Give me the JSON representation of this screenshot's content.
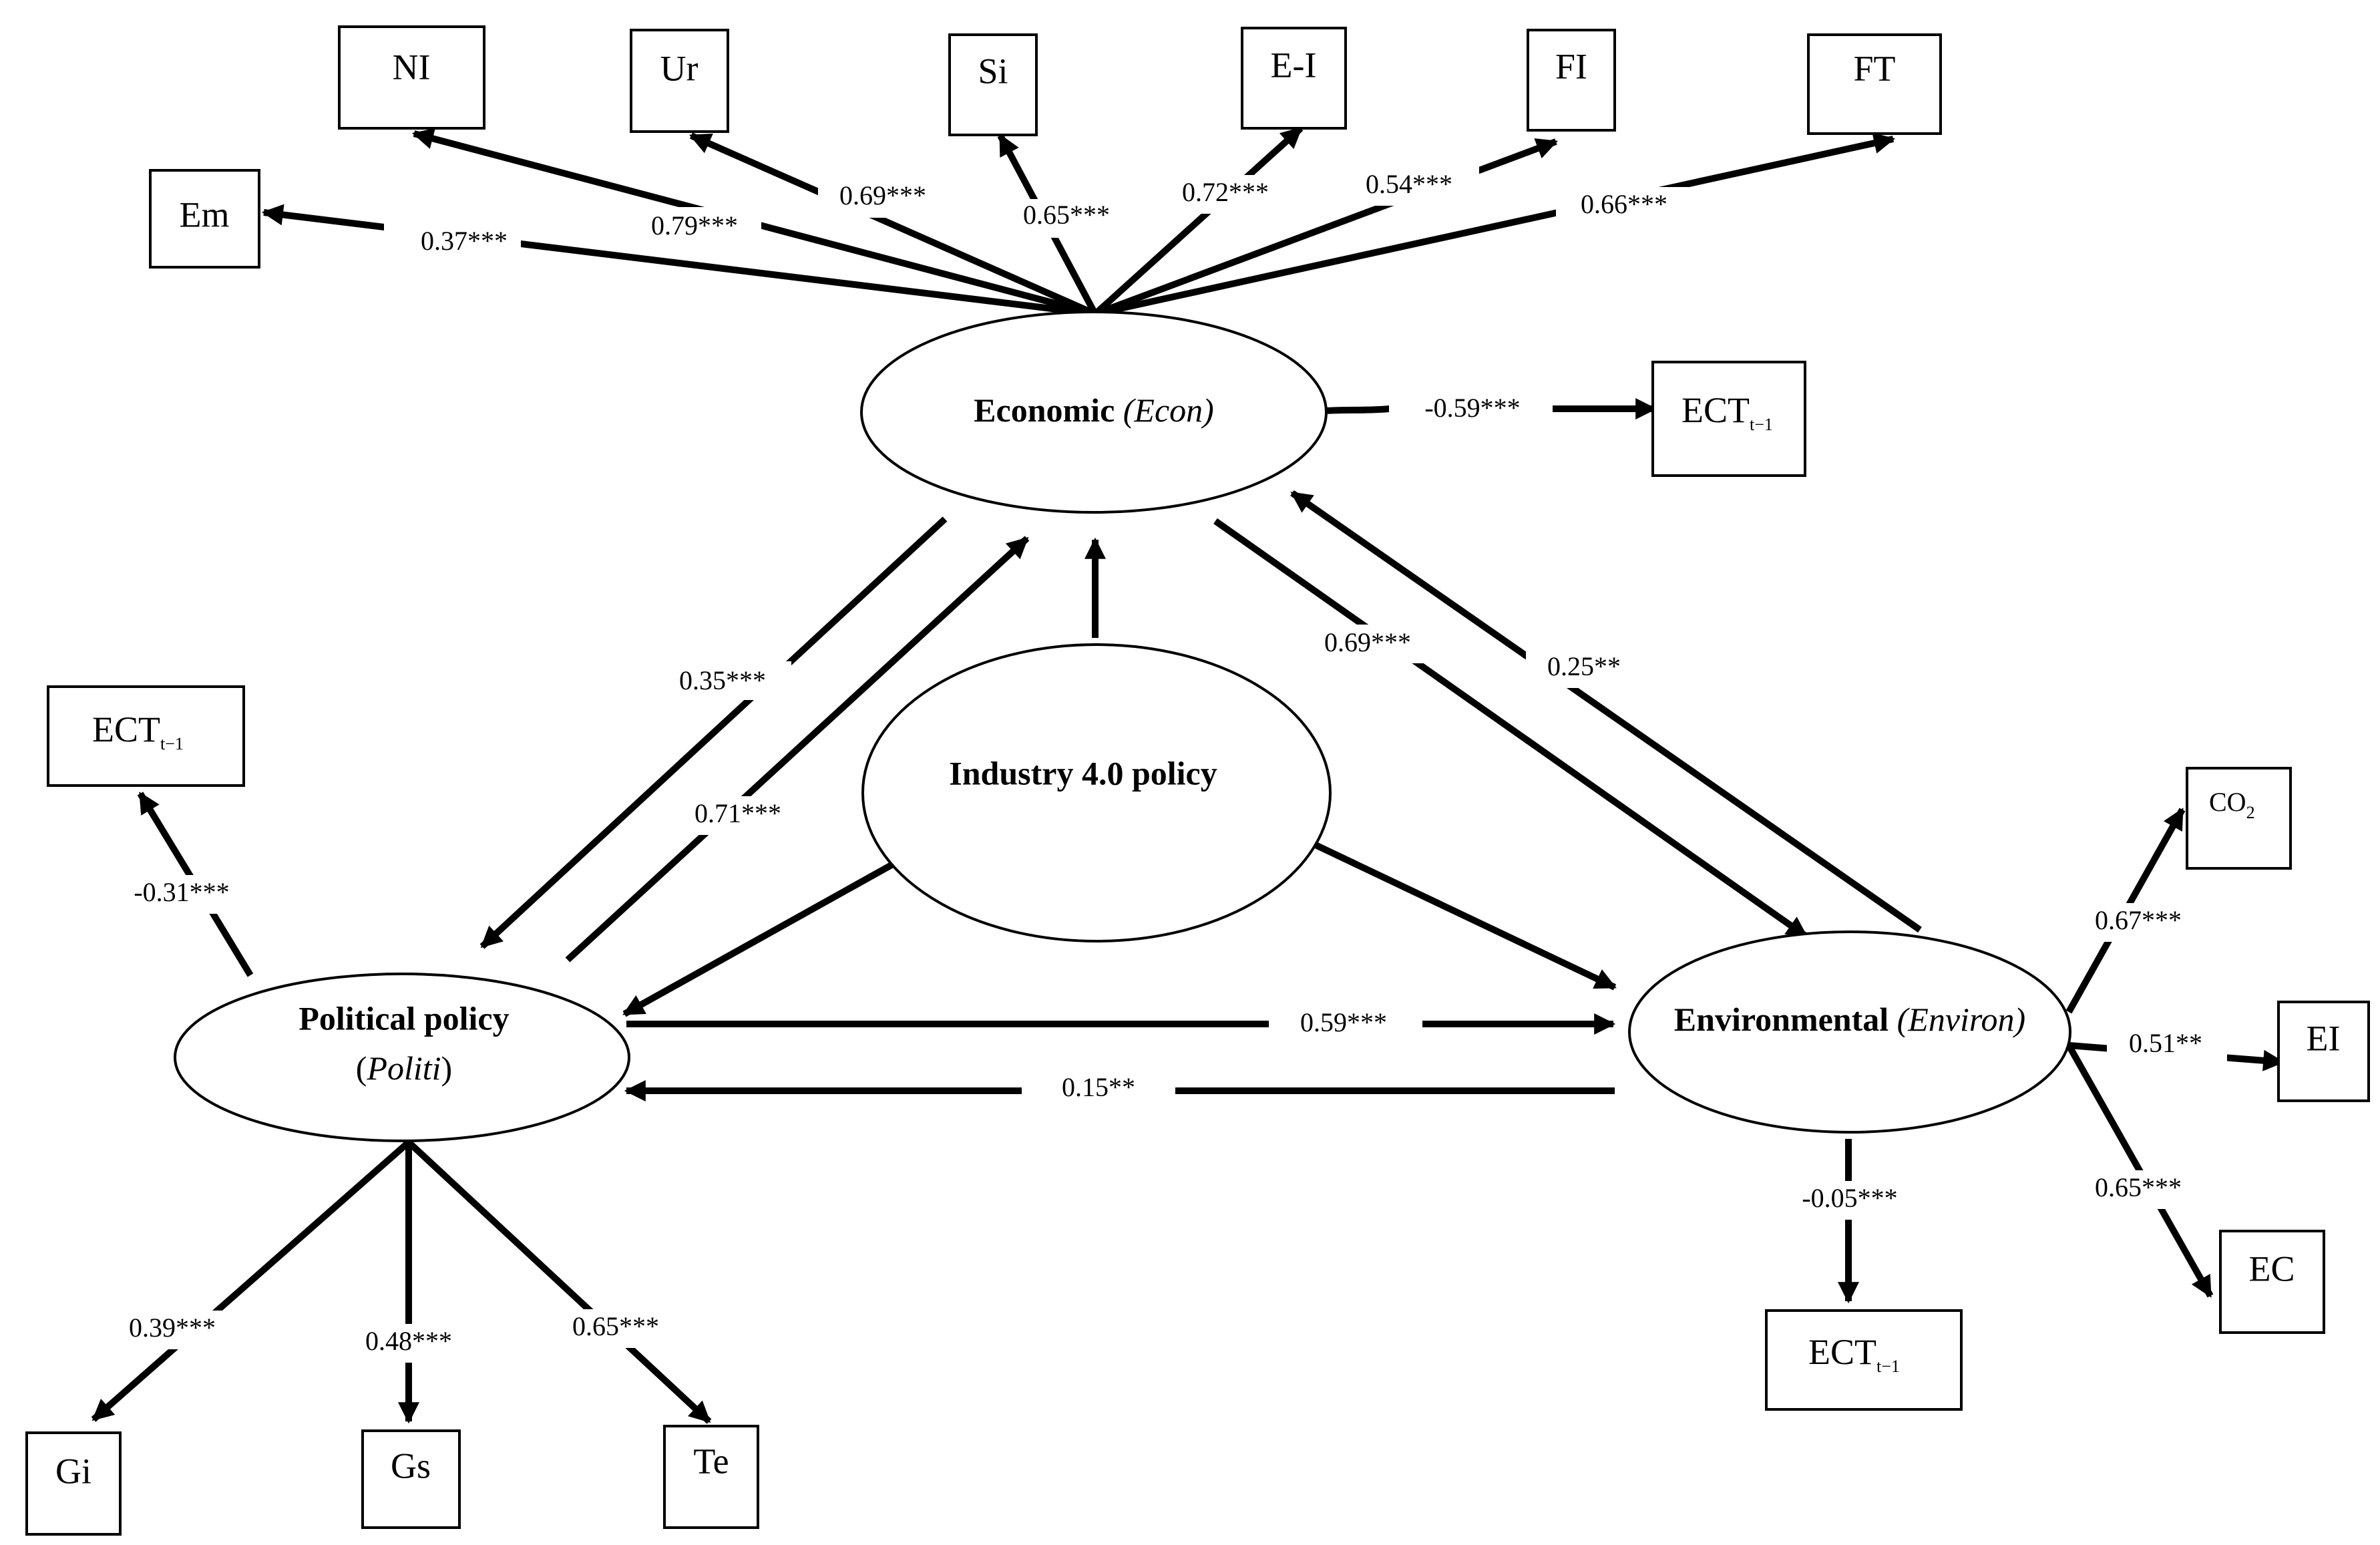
{
  "nodes": {
    "econ": {
      "label": "Economic",
      "abbr": "Econ"
    },
    "politi": {
      "label": "Political policy",
      "abbr": "Politi"
    },
    "environ": {
      "label": "Environmental",
      "abbr": "Environ"
    },
    "industry": {
      "label": "Industry 4.0 policy"
    }
  },
  "indicators": {
    "em": "Em",
    "ni": "NI",
    "ur": "Ur",
    "si": "Si",
    "ei_top": "E-I",
    "fi": "FI",
    "ft": "FT",
    "gi": "Gi",
    "gs": "Gs",
    "te": "Te",
    "co2": "CO",
    "co2_sub": "2",
    "ei_right": "EI",
    "ec": "EC",
    "ect": "ECT",
    "ect_sub": "t−1"
  },
  "coefficients": {
    "em": "0.37***",
    "ni": "0.79***",
    "ur": "0.69***",
    "si": "0.65***",
    "ei_top": "0.72***",
    "fi": "0.54***",
    "ft": "0.66***",
    "econ_ect": "-0.59***",
    "econ_to_politi": "0.35***",
    "politi_to_econ": "0.71***",
    "econ_to_environ": "0.69***",
    "environ_to_econ": "0.25**",
    "politi_to_environ": "0.59***",
    "environ_to_politi": "0.15**",
    "politi_ect": "-0.31***",
    "gi": "0.39***",
    "gs": "0.48***",
    "te": "0.65***",
    "environ_ect": "-0.05***",
    "co2": "0.67***",
    "ei_right": "0.51**",
    "ec": "0.65***"
  }
}
